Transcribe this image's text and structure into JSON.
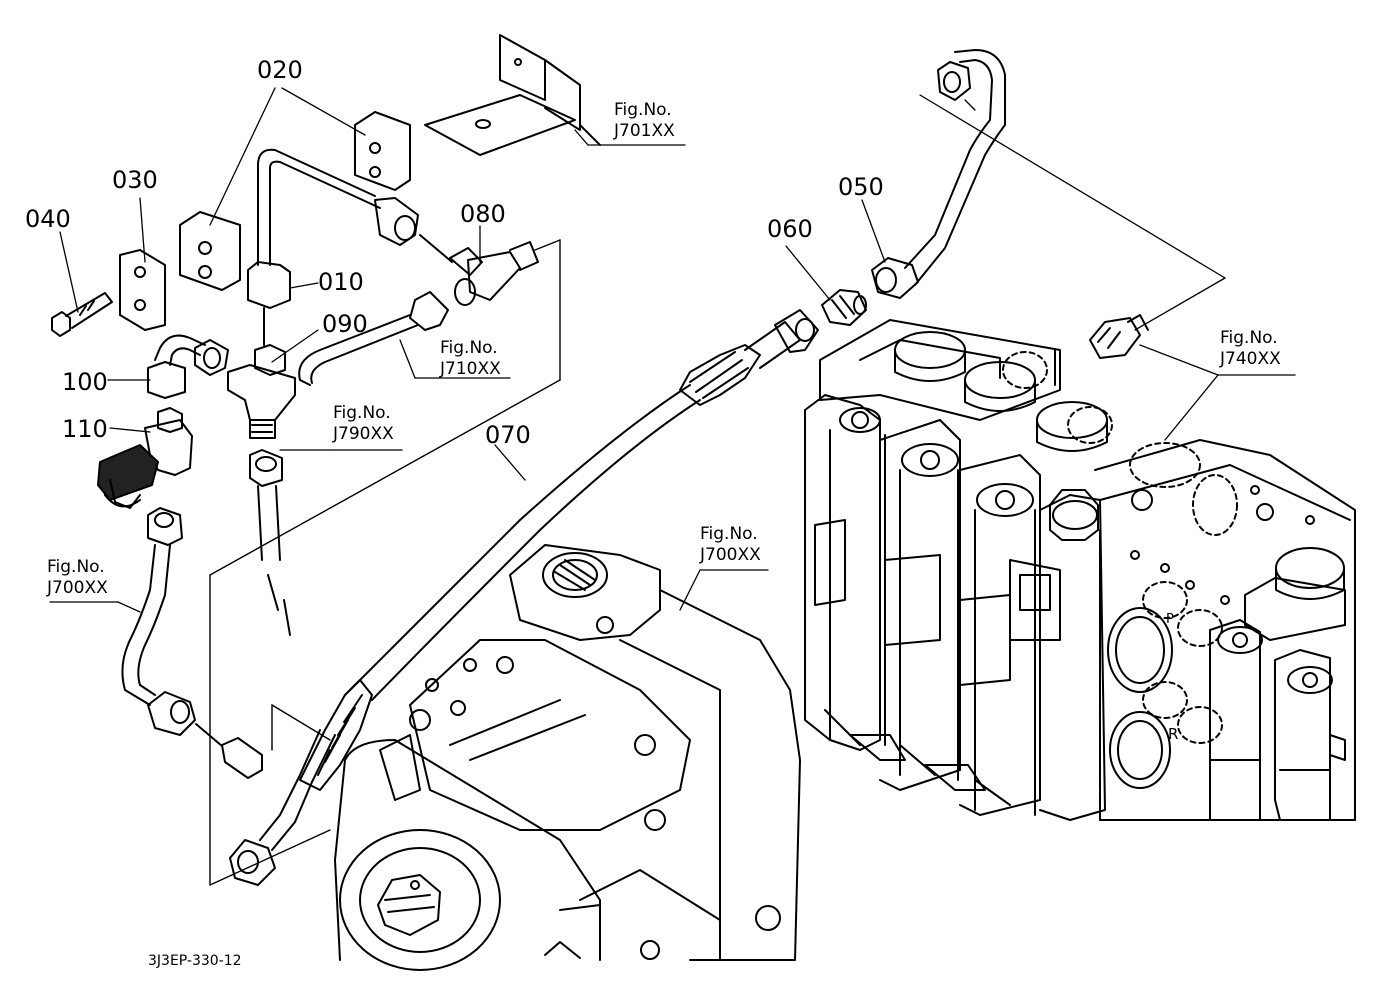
{
  "part_numbers": [
    "010",
    "020",
    "030",
    "040",
    "050",
    "060",
    "070",
    "080",
    "090",
    "100",
    "110"
  ],
  "figure_refs": {
    "j701": {
      "line1": "Fig.No.",
      "line2": "J701XX"
    },
    "j710": {
      "line1": "Fig.No.",
      "line2": "J710XX"
    },
    "j790": {
      "line1": "Fig.No.",
      "line2": "J790XX"
    },
    "j740": {
      "line1": "Fig.No.",
      "line2": "J740XX"
    },
    "j700_left": {
      "line1": "Fig.No.",
      "line2": "J700XX"
    },
    "j700_center": {
      "line1": "Fig.No.",
      "line2": "J700XX"
    }
  },
  "drawing_code": "3J3EP-330-12",
  "port_marks": {
    "p": "P",
    "r": "R"
  },
  "colors": {
    "line": "#000000",
    "background": "#ffffff"
  }
}
